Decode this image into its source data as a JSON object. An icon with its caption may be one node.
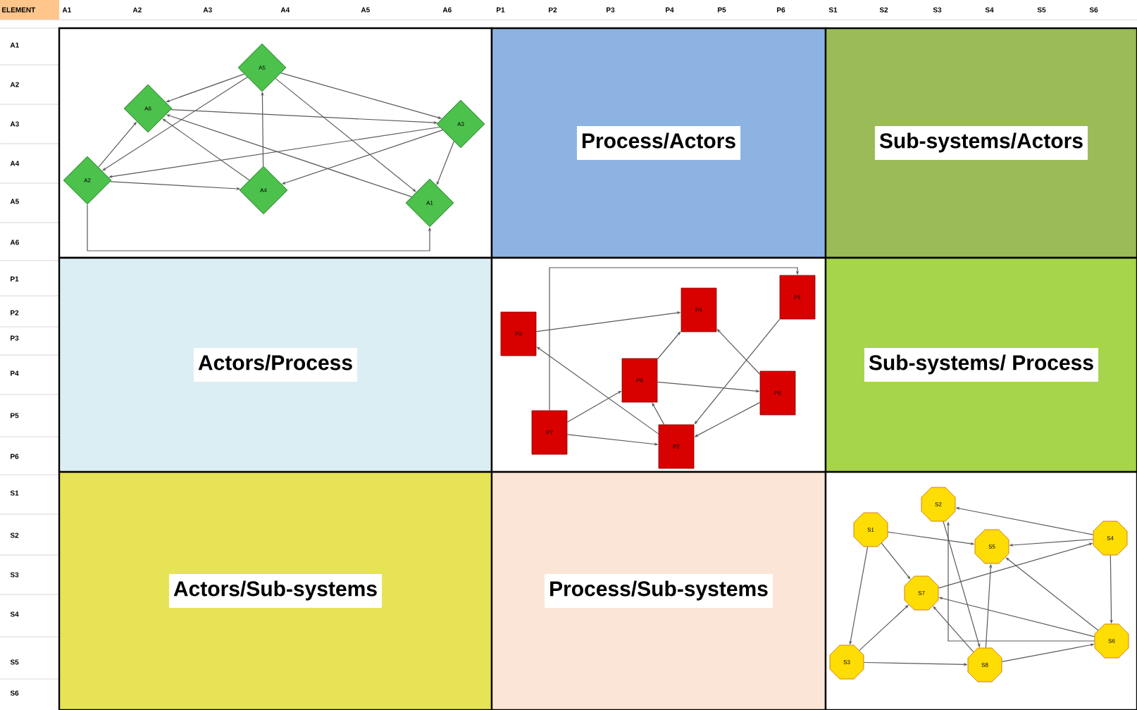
{
  "diagram": {
    "nodes": [
      {
        "text": [],
        "shape": "box"
      },
      {
        "text": [
          "A1"
        ],
        "in": 0
      },
      {
        "text": [
          "A2"
        ],
        "in": 0
      },
      {
        "text": [
          "A3"
        ],
        "in": 0
      },
      {
        "text": [
          "A4"
        ],
        "in": 0
      },
      {
        "text": [
          "A5"
        ],
        "in": 0
      },
      {
        "text": [
          "A6"
        ],
        "in": 0
      },
      {
        "text": [
          "Process/Actors"
        ]
      },
      {
        "text": [
          "Sub-systems/Actors"
        ]
      },
      {
        "text": [
          "Actors/Process"
        ]
      },
      {
        "text": [],
        "shape": "box"
      },
      {
        "text": [
          "P1"
        ],
        "in": 10
      },
      {
        "text": [
          "P2"
        ],
        "in": 10
      },
      {
        "text": [
          "P3"
        ],
        "in": 10
      },
      {
        "text": [
          "P4"
        ],
        "in": 10
      },
      {
        "text": [
          "P5"
        ],
        "in": 10
      },
      {
        "text": [
          "P6"
        ],
        "in": 10
      },
      {
        "text": [
          "P7"
        ],
        "in": 10
      },
      {
        "text": [
          "Sub-systems/ Process"
        ]
      },
      {
        "text": [
          "Actors/Sub-systems"
        ]
      },
      {
        "text": [
          "Process/Sub-systems"
        ]
      },
      {
        "text": [],
        "shape": "box"
      },
      {
        "text": [
          "S1"
        ],
        "in": 21
      },
      {
        "text": [
          "S2"
        ],
        "in": 21
      },
      {
        "text": [
          "S3"
        ],
        "in": 21
      },
      {
        "text": [
          "S4"
        ],
        "in": 21
      },
      {
        "text": [
          "S5"
        ],
        "in": 21
      },
      {
        "text": [
          "S6"
        ],
        "in": 21
      },
      {
        "text": [
          "S7"
        ],
        "in": 21
      },
      {
        "text": [
          "S8"
        ],
        "in": 21
      }
    ],
    "edges": [
      {
        "from": 5,
        "to": 6,
        "arrow": "to"
      },
      {
        "from": 5,
        "to": 2,
        "arrow": "to"
      },
      {
        "from": 5,
        "to": 3,
        "arrow": "to"
      },
      {
        "from": 5,
        "to": 1,
        "arrow": "to"
      },
      {
        "from": 6,
        "to": 3,
        "arrow": "to"
      },
      {
        "from": 4,
        "to": 5,
        "arrow": "to"
      },
      {
        "from": 4,
        "to": 6,
        "arrow": "to"
      },
      {
        "from": 2,
        "to": 6,
        "arrow": "to"
      },
      {
        "from": 2,
        "to": 4,
        "arrow": "to"
      },
      {
        "from": 3,
        "to": 4,
        "arrow": "to"
      },
      {
        "from": 3,
        "to": 1,
        "arrow": "to"
      },
      {
        "from": 1,
        "to": 6,
        "arrow": "to"
      },
      {
        "from": 3,
        "to": 2,
        "arrow": "to"
      },
      {
        "from": 2,
        "to": 1,
        "arrow": "to"
      },
      {
        "from": 17,
        "to": 11,
        "arrow": "to"
      },
      {
        "from": 13,
        "to": 14,
        "arrow": "to"
      },
      {
        "from": 15,
        "to": 14,
        "arrow": "to"
      },
      {
        "from": 16,
        "to": 14,
        "arrow": "to"
      },
      {
        "from": 16,
        "to": 15,
        "arrow": "to"
      },
      {
        "from": 17,
        "to": 16,
        "arrow": "to"
      },
      {
        "from": 12,
        "to": 16,
        "arrow": "to"
      },
      {
        "from": 17,
        "to": 12,
        "arrow": "to"
      },
      {
        "from": 15,
        "to": 12,
        "arrow": "to"
      },
      {
        "from": 11,
        "to": 12,
        "arrow": "to"
      },
      {
        "from": 12,
        "to": 13,
        "arrow": "to"
      },
      {
        "from": 25,
        "to": 23,
        "arrow": "to"
      },
      {
        "from": 25,
        "to": 26,
        "arrow": "to"
      },
      {
        "from": 22,
        "to": 26,
        "arrow": "to"
      },
      {
        "from": 22,
        "to": 28,
        "arrow": "to"
      },
      {
        "from": 22,
        "to": 24,
        "arrow": "to"
      },
      {
        "from": 28,
        "to": 25,
        "arrow": "to"
      },
      {
        "from": 24,
        "to": 28,
        "arrow": "to"
      },
      {
        "from": 24,
        "to": 29,
        "arrow": "to"
      },
      {
        "from": 29,
        "to": 26,
        "arrow": "to"
      },
      {
        "from": 29,
        "to": 27,
        "arrow": "to"
      },
      {
        "from": 29,
        "to": 28,
        "arrow": "to"
      },
      {
        "from": 25,
        "to": 27,
        "arrow": "to"
      },
      {
        "from": 27,
        "to": 26,
        "arrow": "to"
      },
      {
        "from": 27,
        "to": 28,
        "arrow": "to"
      },
      {
        "from": 23,
        "to": 29,
        "arrow": "to"
      },
      {
        "from": 27,
        "to": 23,
        "arrow": "to"
      }
    ],
    "labels": [
      "ELEMENT",
      "A1",
      "A2",
      "A3",
      "A4",
      "A5",
      "A6",
      "P1",
      "P2",
      "P3",
      "P4",
      "P5",
      "P6",
      "S1",
      "S2",
      "S3",
      "S4",
      "S5",
      "S6",
      "A1",
      "A2",
      "A3",
      "A4",
      "A5",
      "A6",
      "P1",
      "P2",
      "P3",
      "P4",
      "P5",
      "P6",
      "S1",
      "S2",
      "S3",
      "S4",
      "S5",
      "S6"
    ]
  }
}
